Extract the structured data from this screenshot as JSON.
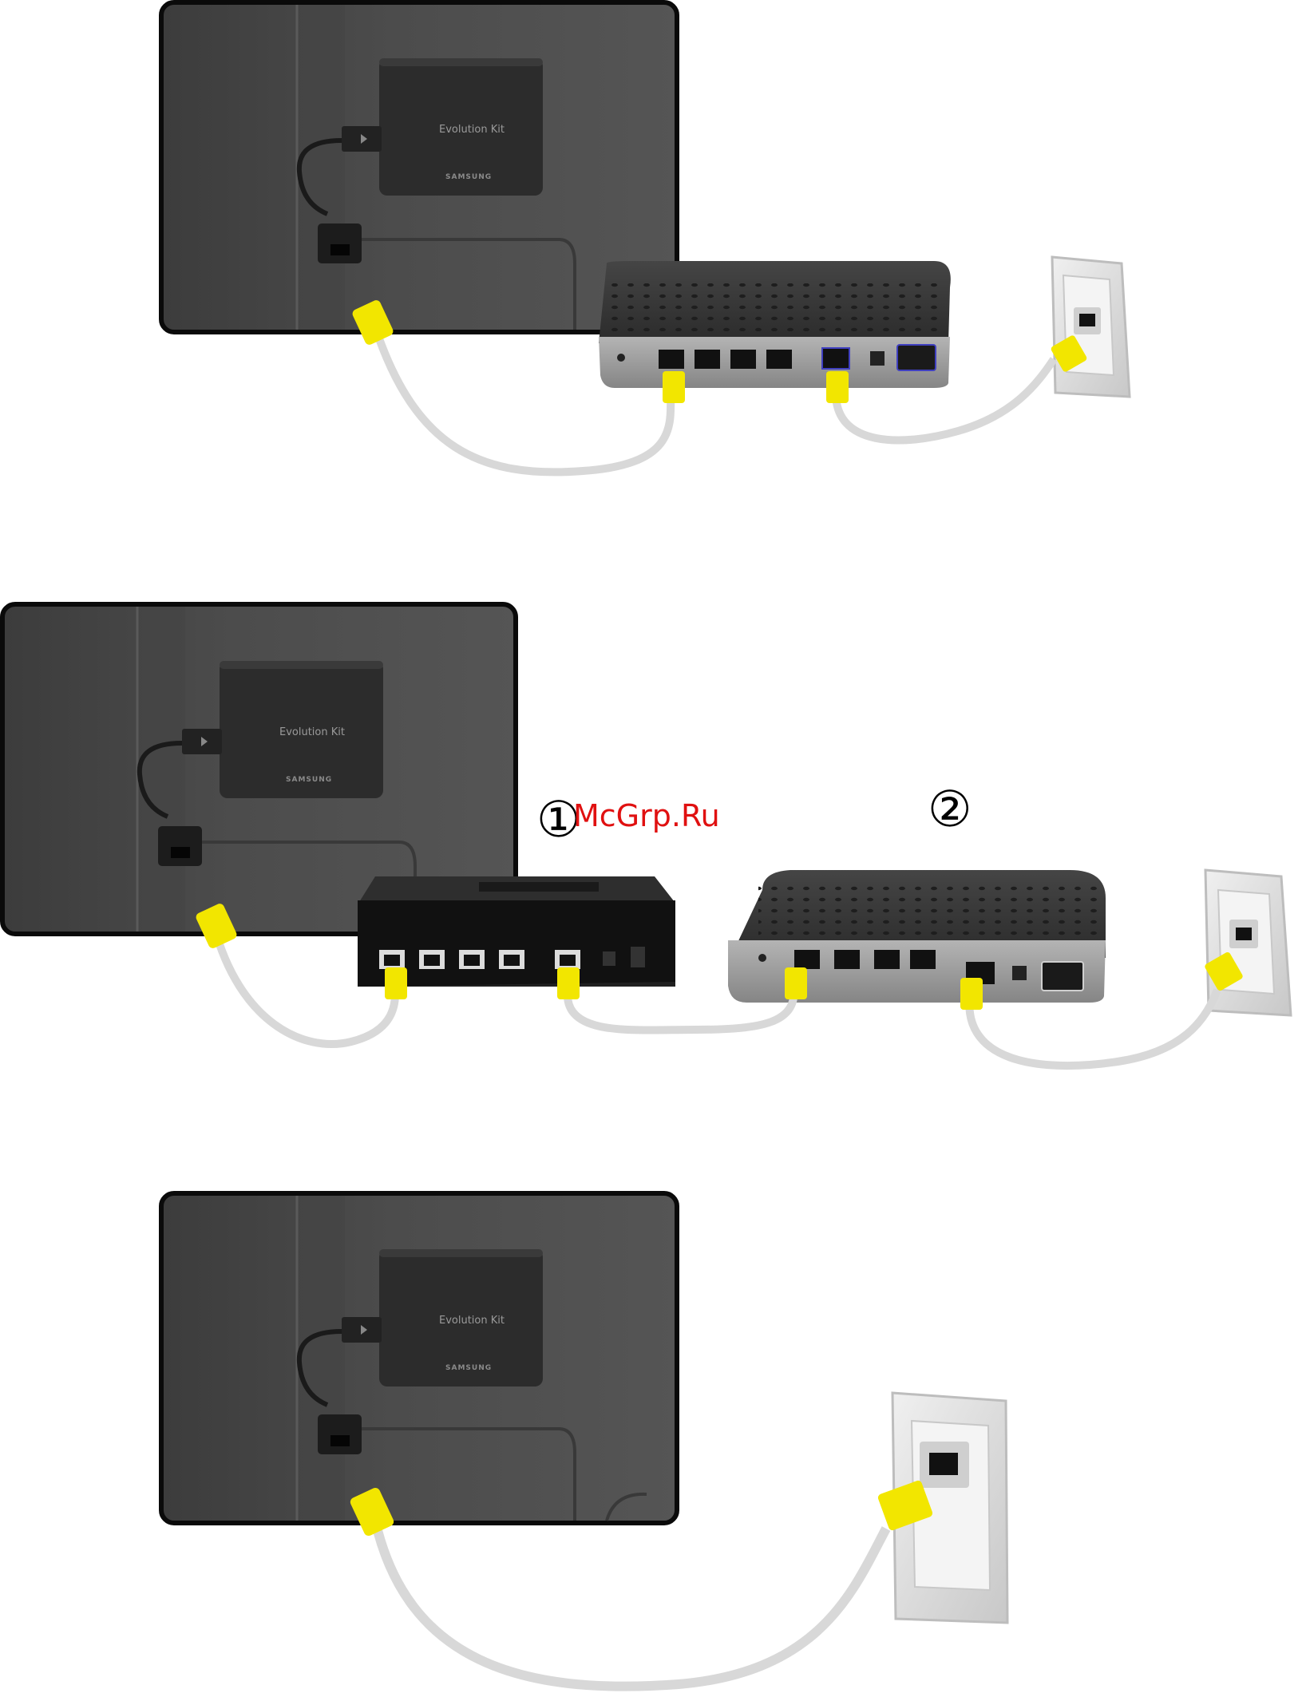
{
  "device": {
    "label": "Evolution Kit",
    "brand": "SAMSUNG"
  },
  "steps": [
    "①",
    "②"
  ],
  "watermark": "McGrp.Ru",
  "colors": {
    "tv_back": "#4a4a4a",
    "tv_frame": "#0a0a0a",
    "device_body": "#2c2c2c",
    "router_top": "#3a3a3a",
    "router_panel": "#9a9a9a",
    "plug": "#f2e600",
    "cable": "#d8d8d8",
    "wall_plate": "#e4e4e4"
  },
  "diagrams": [
    {
      "name": "tv-router-wall"
    },
    {
      "name": "tv-switch-router-wall"
    },
    {
      "name": "tv-wall"
    }
  ]
}
